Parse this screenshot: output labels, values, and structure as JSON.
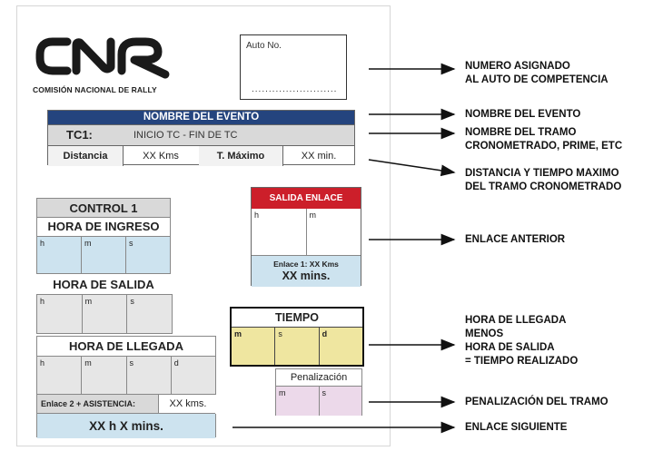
{
  "auto_box": {
    "label": "Auto No.",
    "dots": "........................."
  },
  "logo": {
    "subtitle": "COMISIÓN NACIONAL DE RALLY"
  },
  "event": {
    "title": "NOMBRE DEL EVENTO",
    "tc_label": "TC1:",
    "tc_value": "INICIO TC - FIN DE TC",
    "distancia_label": "Distancia",
    "distancia_value": "XX Kms",
    "tmax_label": "T. Máximo",
    "tmax_value": "XX min."
  },
  "control": {
    "title": "CONTROL 1",
    "ingreso": {
      "label": "HORA DE INGRESO",
      "cells": [
        "h",
        "m",
        "s"
      ]
    },
    "salida": {
      "label": "HORA DE SALIDA",
      "cells": [
        "h",
        "m",
        "s"
      ]
    },
    "llegada": {
      "label": "HORA DE LLEGADA",
      "cells": [
        "h",
        "m",
        "s",
        "d"
      ]
    },
    "enlace2_label": "Enlace 2 + ASISTENCIA:",
    "enlace2_value": "XX kms.",
    "total": "XX h X mins."
  },
  "salida_enlace": {
    "title": "SALIDA ENLACE",
    "cells": [
      "h",
      "m"
    ],
    "enlace1": "Enlace 1:  XX Kms",
    "mins": "XX mins."
  },
  "tiempo": {
    "title": "TIEMPO",
    "cells": [
      "m",
      "s",
      "d"
    ]
  },
  "penalizacion": {
    "title": "Penalización",
    "cells": [
      "m",
      "s"
    ]
  },
  "annotations": {
    "a1": [
      "NUMERO ASIGNADO",
      "AL AUTO DE COMPETENCIA"
    ],
    "a2": [
      "NOMBRE DEL EVENTO"
    ],
    "a3": [
      "NOMBRE DEL TRAMO",
      "CRONOMETRADO, PRIME, ETC"
    ],
    "a4": [
      "DISTANCIA Y TIEMPO MAXIMO",
      "DEL TRAMO  CRONOMETRADO"
    ],
    "a5": [
      "ENLACE ANTERIOR"
    ],
    "a6": [
      "HORA DE LLEGADA",
      "MENOS",
      "HORA DE SALIDA",
      "= TIEMPO REALIZADO"
    ],
    "a7": [
      "PENALIZACIÓN DEL TRAMO"
    ],
    "a8": [
      "ENLACE SIGUIENTE"
    ]
  },
  "colors": {
    "event_header": "#24447e",
    "event_row_gray": "#d9d9d9",
    "header_gray": "#d9d9d9",
    "cell_blue": "#cde3ef",
    "salida_red": "#cc1f2a",
    "tiempo_yellow": "#efe6a0",
    "penal_pink": "#ecd9ea"
  }
}
